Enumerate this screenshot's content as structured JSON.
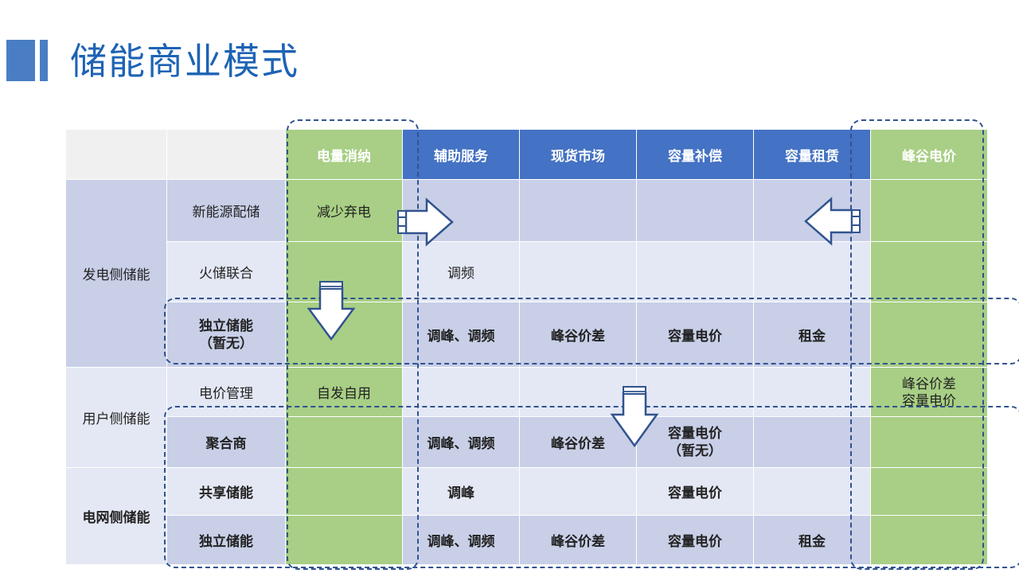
{
  "slide": {
    "title": "储能商业模式",
    "accent_blue": "#4a7ec4",
    "title_color": "#1d63b5",
    "green": "#a8cf85",
    "header_blue": "#4472c4",
    "dash_color": "#31538f"
  },
  "table": {
    "headers": {
      "group_blank": "",
      "sub_blank": "",
      "cols": [
        {
          "label": "电量消纳",
          "style": "green"
        },
        {
          "label": "辅助服务",
          "style": "blue"
        },
        {
          "label": "现货市场",
          "style": "blue"
        },
        {
          "label": "容量补偿",
          "style": "blue"
        },
        {
          "label": "容量租赁",
          "style": "blue"
        },
        {
          "label": "峰谷电价",
          "style": "green"
        }
      ]
    },
    "groups": [
      {
        "label": "发电侧储能",
        "rows": 3
      },
      {
        "label": "用户侧储能",
        "rows": 2
      },
      {
        "label": "电网侧储能",
        "rows": 2
      }
    ],
    "rows": [
      {
        "sub": "新能源配储",
        "sub_bold": false,
        "cells": [
          "减少弃电",
          "",
          "",
          "",
          "",
          ""
        ]
      },
      {
        "sub": "火储联合",
        "sub_bold": false,
        "cells": [
          "",
          "调频",
          "",
          "",
          "",
          ""
        ]
      },
      {
        "sub": "独立储能\n（暂无）",
        "sub_bold": true,
        "cells": [
          "",
          "调峰、调频",
          "峰谷价差",
          "容量电价",
          "租金",
          ""
        ]
      },
      {
        "sub": "电价管理",
        "sub_bold": false,
        "cells": [
          "自发自用",
          "",
          "",
          "",
          "",
          "峰谷价差\n容量电价"
        ]
      },
      {
        "sub": "聚合商",
        "sub_bold": true,
        "cells": [
          "",
          "调峰、调频",
          "峰谷价差",
          "容量电价\n（暂无）",
          "",
          ""
        ]
      },
      {
        "sub": "共享储能",
        "sub_bold": true,
        "cells": [
          "",
          "调峰",
          "",
          "容量电价",
          "",
          ""
        ]
      },
      {
        "sub": "独立储能",
        "sub_bold": true,
        "cells": [
          "",
          "调峰、调频",
          "峰谷价差",
          "容量电价",
          "租金",
          ""
        ]
      }
    ]
  },
  "arrows": [
    {
      "name": "arrow-right-reduce-curtailment",
      "direction": "right"
    },
    {
      "name": "arrow-left-capacity-lease",
      "direction": "left"
    },
    {
      "name": "arrow-down-energy-column",
      "direction": "down"
    },
    {
      "name": "arrow-down-capacity-column",
      "direction": "down"
    }
  ]
}
